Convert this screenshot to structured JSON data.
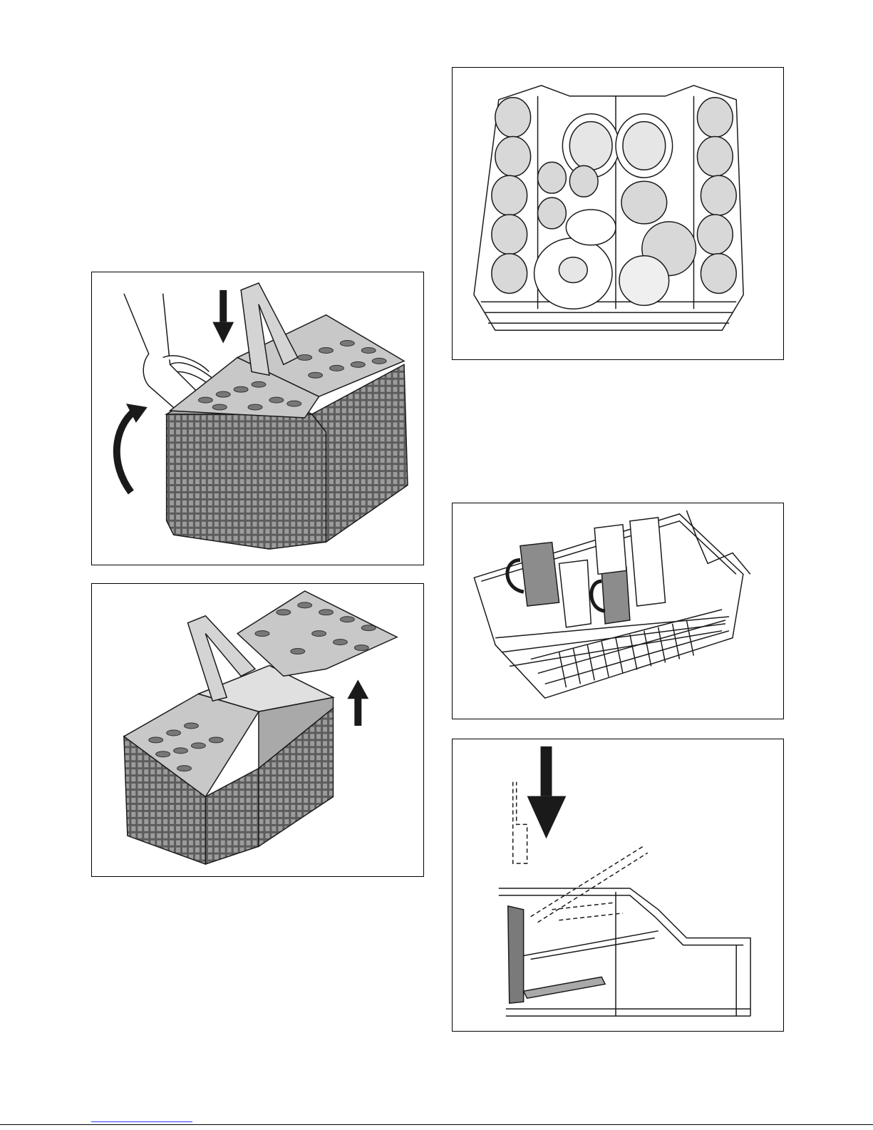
{
  "figures": [
    {
      "id": "basket-close"
    },
    {
      "id": "basket-open"
    },
    {
      "id": "upper-rack"
    },
    {
      "id": "cup-rack"
    },
    {
      "id": "rack-height"
    }
  ],
  "colors": {
    "ink": "#1a1a1a",
    "grey_dark": "#7a7a7a",
    "grey_mid": "#a9a9a9",
    "grey_light": "#d4d4d4",
    "grey_pale": "#e8e8e8",
    "link": "#2a3cff"
  }
}
